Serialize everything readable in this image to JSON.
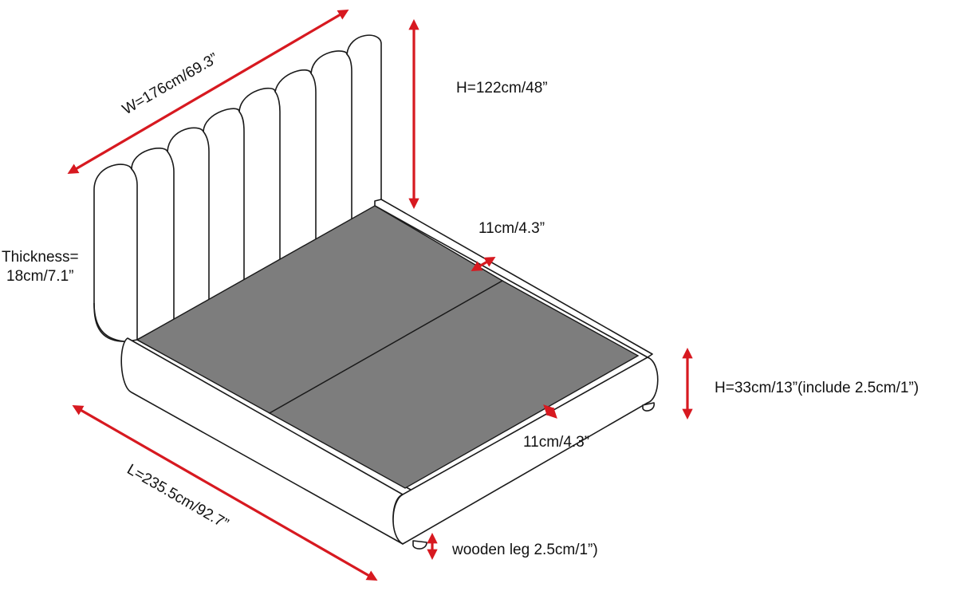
{
  "colors": {
    "arrow": "#d71920",
    "slat_panel": "#7d7d7d",
    "outline": "#1a1a1a",
    "text": "#111111"
  },
  "labels": {
    "width": "W=176cm/69.3”",
    "headboard_height": "H=122cm/48”",
    "thickness_line1": "Thickness=",
    "thickness_line2": "18cm/7.1”",
    "side_rail_top": "11cm/4.3”",
    "side_rail_front": "11cm/4.3”",
    "frame_height": "H=33cm/13”(include 2.5cm/1”)",
    "length": "L=235.5cm/92.7”",
    "leg": "wooden leg 2.5cm/1”)"
  }
}
